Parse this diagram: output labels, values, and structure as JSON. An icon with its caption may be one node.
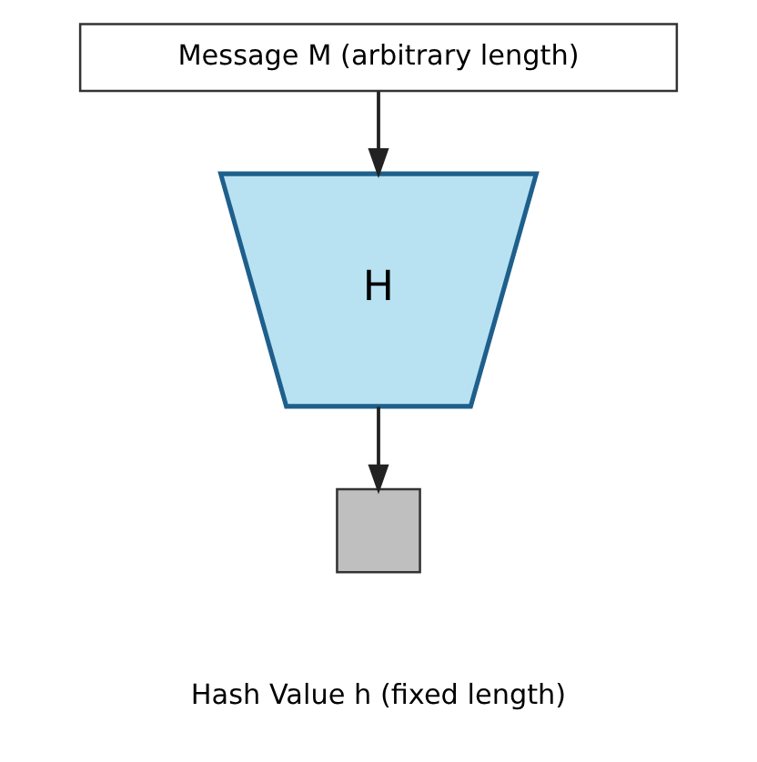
{
  "diagram": {
    "nodes": [
      {
        "text": [
          "Message M (arbitrary length)"
        ]
      },
      {
        "text": [
          "H"
        ]
      },
      {
        "text": [],
        "shape": "box",
        "beside": [
          "Hash Value h (fixed length)"
        ]
      }
    ],
    "edges": [
      {
        "from": 0,
        "to": 1,
        "arrow": "to"
      },
      {
        "from": 1,
        "to": 2,
        "arrow": "to"
      }
    ]
  }
}
